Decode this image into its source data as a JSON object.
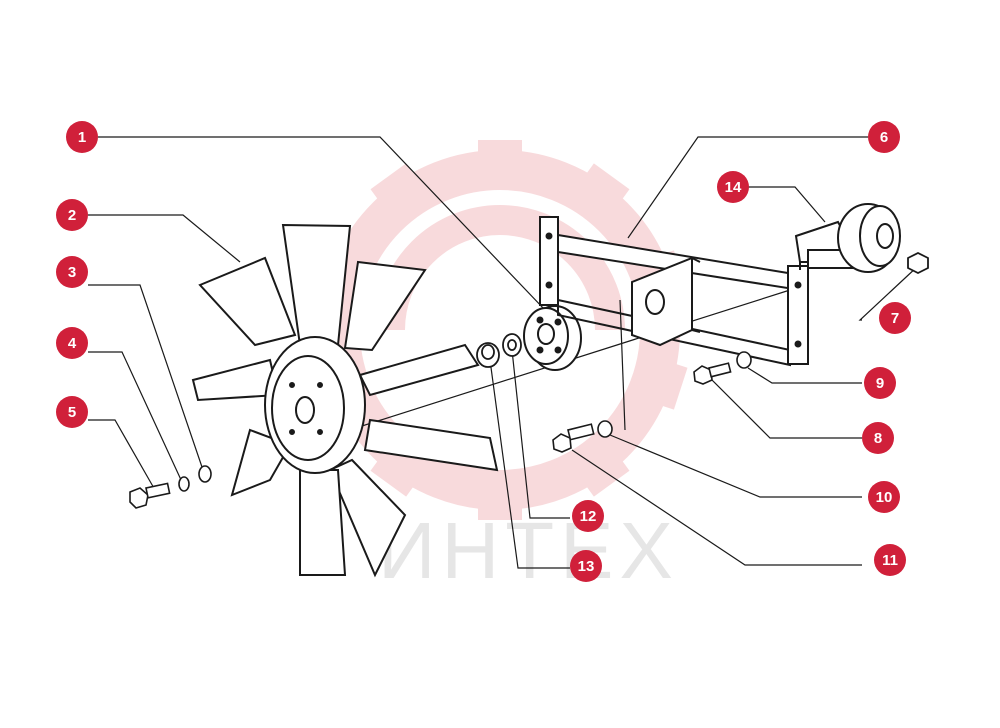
{
  "watermark": {
    "text": "ИНТЕХ",
    "gear_color": "#f7d4d6",
    "text_color": "#e6e6e6"
  },
  "colors": {
    "callout": "#d0203a",
    "line": "#1a1a1a"
  },
  "callouts": [
    {
      "id": "1",
      "label": "1"
    },
    {
      "id": "2",
      "label": "2"
    },
    {
      "id": "3",
      "label": "3"
    },
    {
      "id": "4",
      "label": "4"
    },
    {
      "id": "5",
      "label": "5"
    },
    {
      "id": "6",
      "label": "6"
    },
    {
      "id": "7",
      "label": "7"
    },
    {
      "id": "8",
      "label": "8"
    },
    {
      "id": "9",
      "label": "9"
    },
    {
      "id": "10",
      "label": "10"
    },
    {
      "id": "11",
      "label": "11"
    },
    {
      "id": "12",
      "label": "12"
    },
    {
      "id": "13",
      "label": "13"
    },
    {
      "id": "14",
      "label": "14"
    }
  ],
  "parts": [
    {
      "id": "fan",
      "icon": "fan-icon"
    },
    {
      "id": "pulley-hub",
      "icon": "hub-icon"
    },
    {
      "id": "bracket",
      "icon": "bracket-icon"
    },
    {
      "id": "hydraulic-motor",
      "icon": "motor-icon"
    }
  ]
}
